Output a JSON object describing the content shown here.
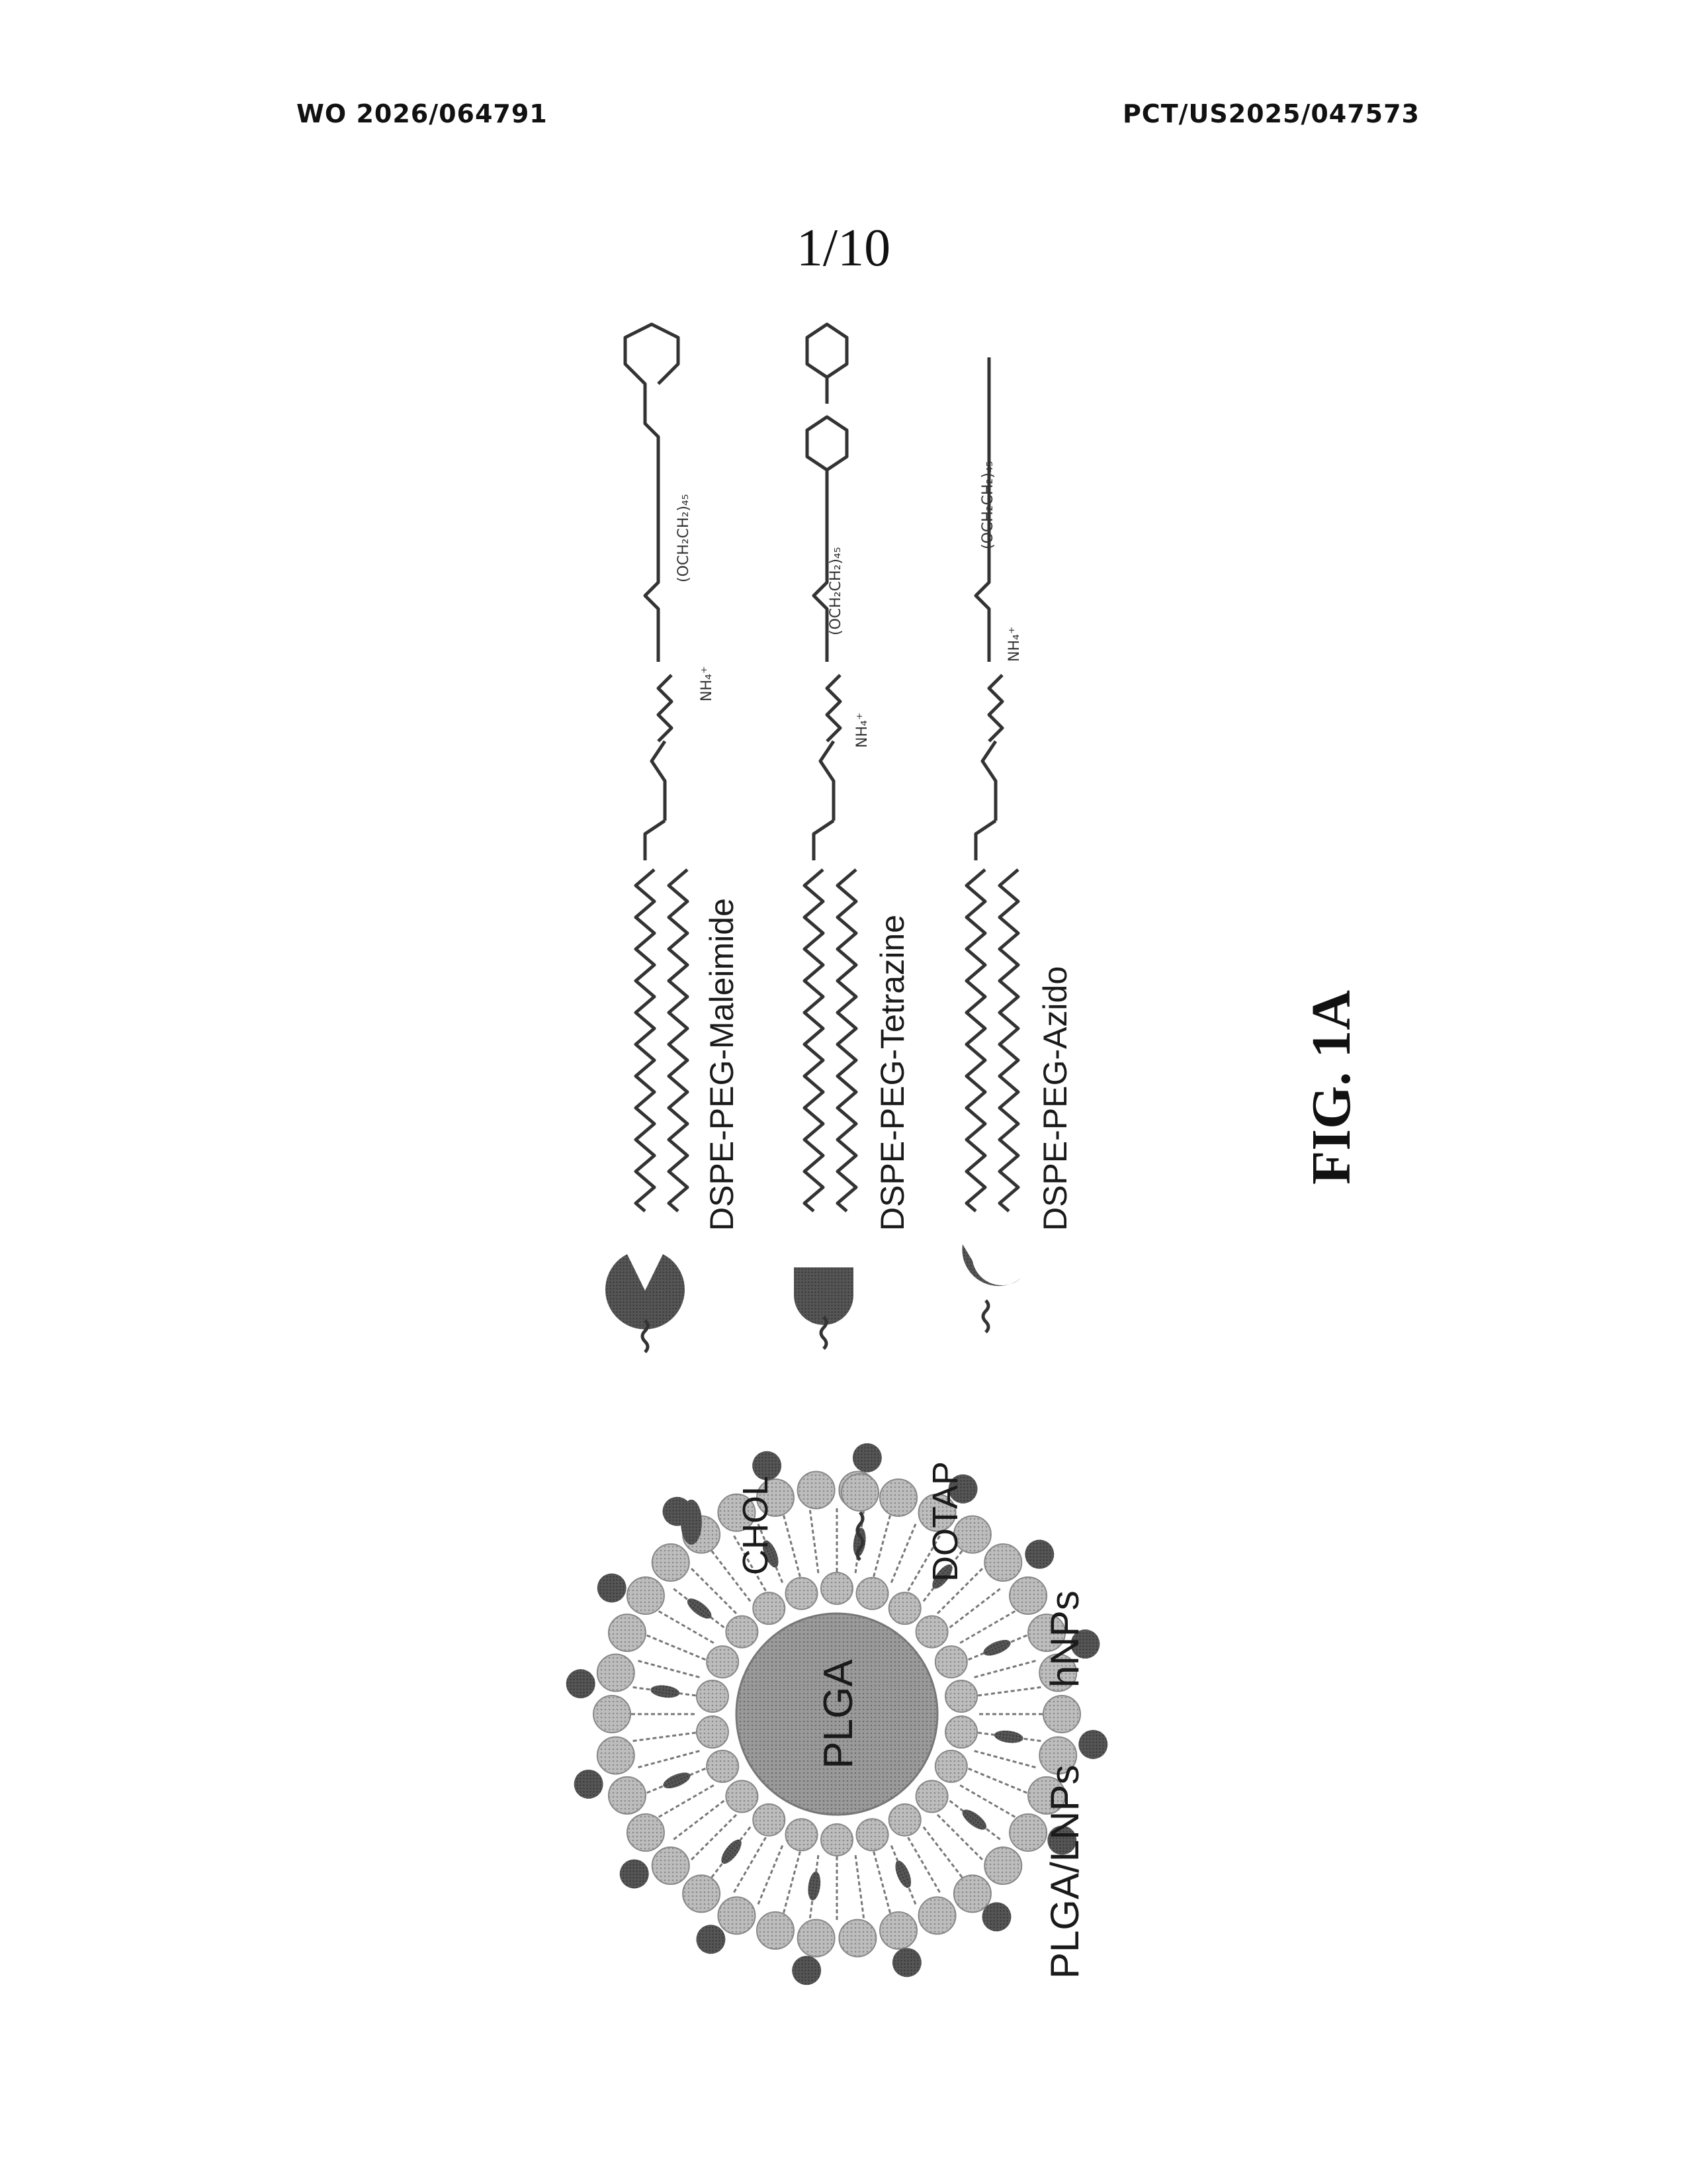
{
  "header": {
    "publication_number": "WO 2026/064791",
    "application_number": "PCT/US2025/047573"
  },
  "sheet_number": "1/10",
  "figure": {
    "caption": "FIG. 1A",
    "nanoparticle": {
      "core_label": "PLGA",
      "type_label_1": "PLGA/LNPs",
      "type_label_2": "hNPs"
    },
    "components": [
      {
        "label": "CHOL"
      },
      {
        "label": "DOTAP"
      }
    ],
    "lipids": [
      {
        "name": "DSPE-PEG-Maleimide",
        "peg_subscript": "(OCH₂CH₂)₄₅",
        "ammonium": "NH₄⁺"
      },
      {
        "name": "DSPE-PEG-Tetrazine",
        "peg_subscript": "(OCH₂CH₂)₄₅",
        "ammonium": "NH₄⁺"
      },
      {
        "name": "DSPE-PEG-Azido",
        "peg_subscript": "(OCH₂CH₂)₄₅",
        "ammonium": "NH₄⁺"
      }
    ]
  }
}
